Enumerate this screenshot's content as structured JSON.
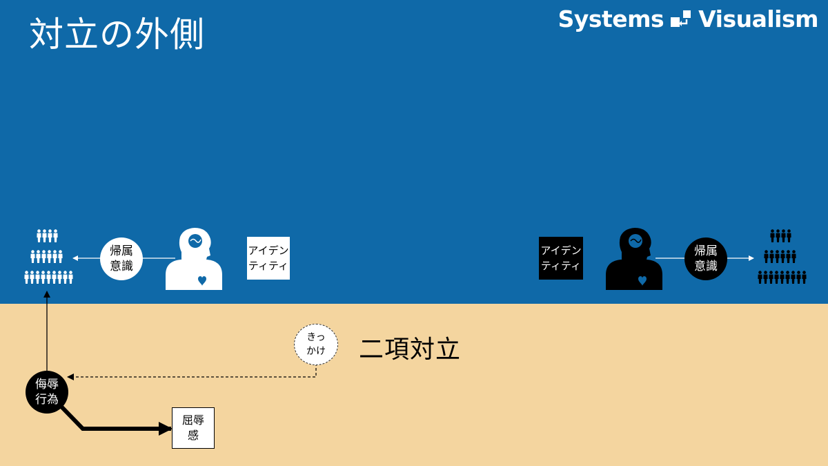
{
  "title": "対立の外側",
  "brand": {
    "word1": "Systems",
    "word2": "Visualism",
    "logo_icon": "systems-visualism-logo-icon"
  },
  "left_group": {
    "belonging": "帰属\n意識",
    "identity": "アイデン\nティティ",
    "person_icon": "person-brain-heart-icon",
    "crowd_icon": "crowd-icon",
    "color": "#ffffff"
  },
  "right_group": {
    "belonging": "帰属\n意識",
    "identity": "アイデン\nティティ",
    "person_icon": "person-brain-heart-icon",
    "crowd_icon": "crowd-icon",
    "color": "#000000"
  },
  "bottom": {
    "trigger": "きっ\nかけ",
    "binary_opposition": "二項対立",
    "insult_act": "侮辱\n行為",
    "humiliation": "屈辱\n感"
  },
  "colors": {
    "top_bg": "#0f69a8",
    "bottom_bg": "#f4d59f"
  }
}
